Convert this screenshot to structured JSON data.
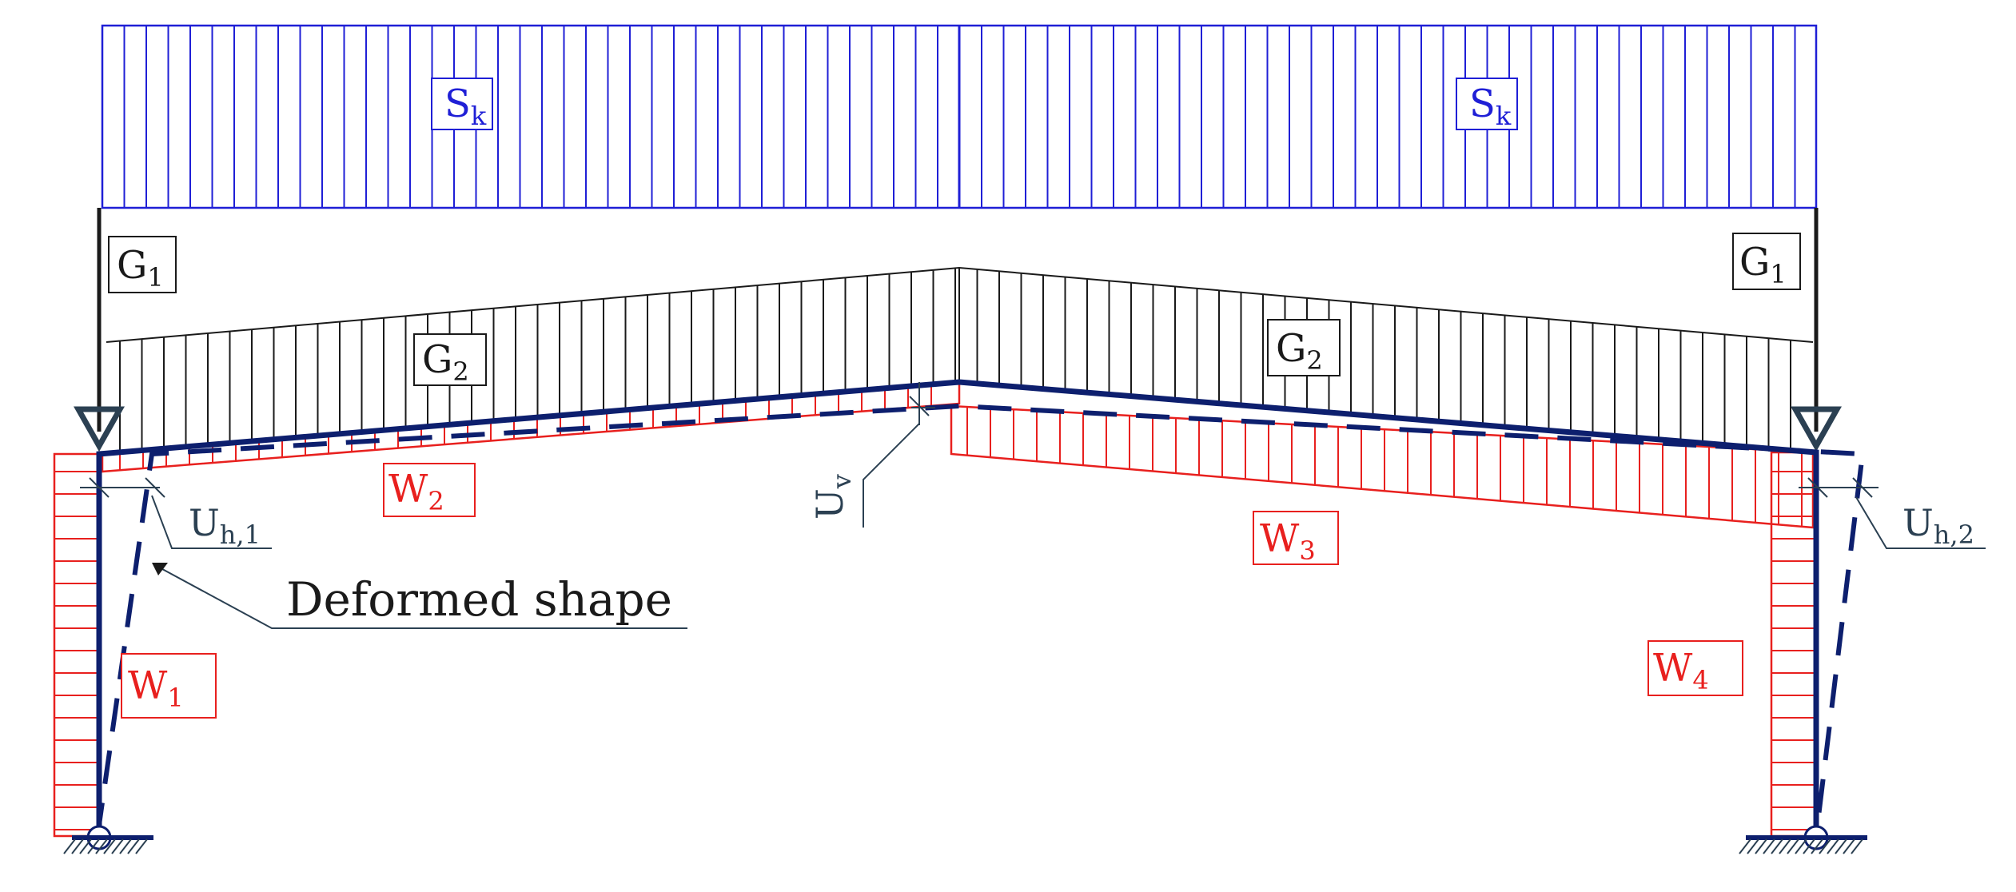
{
  "colors": {
    "snow": "#1f1fd6",
    "wind": "#e8201e",
    "dead": "#1a1a1a",
    "frame": "#0d1f6e",
    "annot": "#2b4052"
  },
  "labels": {
    "snow_left": {
      "main": "S",
      "sub": "k"
    },
    "snow_right": {
      "main": "S",
      "sub": "k"
    },
    "g1_left": {
      "main": "G",
      "sub": "1"
    },
    "g1_right": {
      "main": "G",
      "sub": "1"
    },
    "g2_left": {
      "main": "G",
      "sub": "2"
    },
    "g2_right": {
      "main": "G",
      "sub": "2"
    },
    "w1": {
      "main": "W",
      "sub": "1"
    },
    "w2": {
      "main": "W",
      "sub": "2"
    },
    "w3": {
      "main": "W",
      "sub": "3"
    },
    "w4": {
      "main": "W",
      "sub": "4"
    },
    "uh1": {
      "main": "U",
      "sub": "h,1"
    },
    "uh2": {
      "main": "U",
      "sub": "h,2"
    },
    "uv": {
      "main": "U",
      "sub": "v"
    },
    "deformed": "Deformed shape"
  },
  "icons": {
    "left_support": "pinned-support-icon",
    "right_support": "pinned-support-icon",
    "left_roller": "hinge-circle-icon",
    "right_roller": "hinge-circle-icon"
  }
}
